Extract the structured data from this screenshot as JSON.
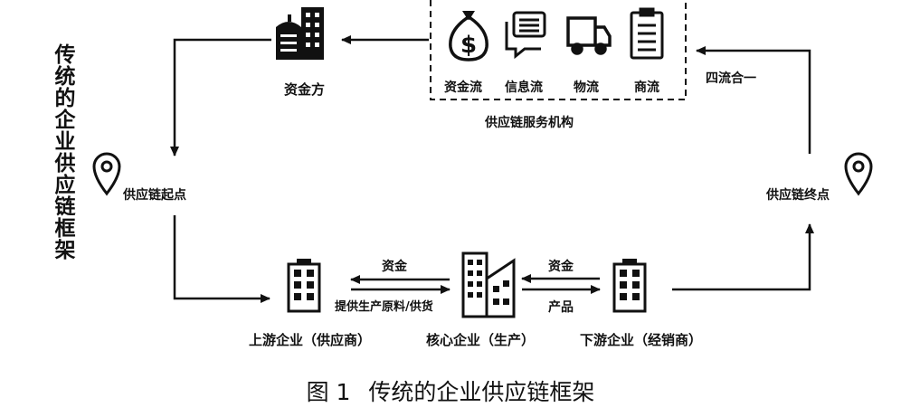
{
  "side_title": "传统的企业供应链框架",
  "nodes": {
    "funder": "资金方",
    "start": "供应链起点",
    "end": "供应链终点",
    "upstream": "上游企业（供应商）",
    "core": "核心企业（生产）",
    "downstream": "下游企业（经销商）"
  },
  "service_org": {
    "title": "供应链服务机构",
    "flows": [
      "资金流",
      "信息流",
      "物流",
      "商流"
    ]
  },
  "edges": {
    "four_in_one": "四流合一",
    "up_money": "资金",
    "up_goods": "提供生产原料/供货",
    "down_money": "资金",
    "down_product": "产品"
  },
  "caption": {
    "fig": "图 1",
    "title": "传统的企业供应链框架"
  },
  "colors": {
    "ink": "#111111",
    "background": "#ffffff"
  }
}
